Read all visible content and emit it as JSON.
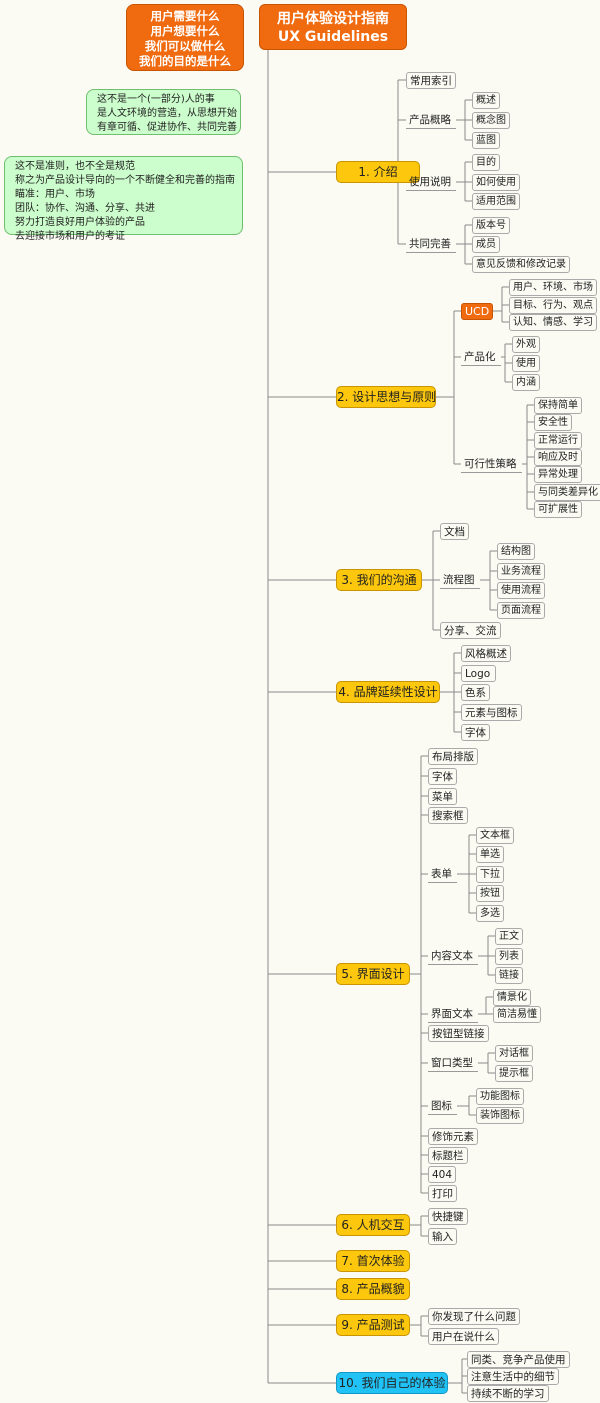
{
  "title": {
    "line1": "用户体验设计指南",
    "line2": "UX Guidelines"
  },
  "notes": {
    "orange": [
      "用户需要什么",
      "用户想要什么",
      "我们可以做什么",
      "我们的目的是什么"
    ],
    "green1": [
      "这不是一个(一部分)人的事",
      "是人文环境的营造，从思想开始",
      "有章可循、促进协作、共同完善"
    ],
    "green2": [
      "这不是准则，也不全是规范",
      "称之为产品设计导向的一个不断健全和完善的指南",
      "瞄准：用户、市场",
      "团队：协作、沟通、分享、共进",
      "努力打造良好用户体验的产品",
      "去迎接市场和用户的考证"
    ]
  },
  "colors": {
    "orange": "#f06a0f",
    "yellow": "#fcc70c",
    "blue": "#21c3f7",
    "green": "#ccfdcc",
    "line": "#8a8a8a"
  },
  "sections": [
    {
      "label": "1. 介绍",
      "children": [
        {
          "label": "常用索引",
          "children": []
        },
        {
          "label": "产品概略",
          "children": [
            "概述",
            "概念图",
            "蓝图"
          ]
        },
        {
          "label": "使用说明",
          "children": [
            "目的",
            "如何使用",
            "适用范围"
          ]
        },
        {
          "label": "共同完善",
          "children": [
            "版本号",
            "成员",
            "意见反馈和修改记录"
          ]
        }
      ]
    },
    {
      "label": "2. 设计思想与原则",
      "children": [
        {
          "label": "UCD",
          "children": [
            "用户、环境、市场",
            "目标、行为、观点",
            "认知、情感、学习"
          ]
        },
        {
          "label": "产品化",
          "children": [
            "外观",
            "使用",
            "内涵"
          ]
        },
        {
          "label": "可行性策略",
          "children": [
            "保持简单",
            "安全性",
            "正常运行",
            "响应及时",
            "异常处理",
            "与同类差异化",
            "可扩展性"
          ]
        }
      ]
    },
    {
      "label": "3. 我们的沟通",
      "children": [
        {
          "label": "文档",
          "children": []
        },
        {
          "label": "流程图",
          "children": [
            "结构图",
            "业务流程",
            "使用流程",
            "页面流程"
          ]
        },
        {
          "label": "分享、交流",
          "children": []
        }
      ]
    },
    {
      "label": "4. 品牌延续性设计",
      "children": [
        {
          "label": "风格概述",
          "children": []
        },
        {
          "label": "Logo",
          "children": []
        },
        {
          "label": "色系",
          "children": []
        },
        {
          "label": "元素与图标",
          "children": []
        },
        {
          "label": "字体",
          "children": []
        }
      ]
    },
    {
      "label": "5. 界面设计",
      "children": [
        {
          "label": "布局排版",
          "children": []
        },
        {
          "label": "字体",
          "children": []
        },
        {
          "label": "菜单",
          "children": []
        },
        {
          "label": "搜索框",
          "children": []
        },
        {
          "label": "表单",
          "children": [
            "文本框",
            "单选",
            "下拉",
            "按钮",
            "多选"
          ]
        },
        {
          "label": "内容文本",
          "children": [
            "正文",
            "列表",
            "链接"
          ]
        },
        {
          "label": "界面文本",
          "children": [
            "情景化",
            "简洁易懂"
          ]
        },
        {
          "label": "按钮型链接",
          "children": []
        },
        {
          "label": "窗口类型",
          "children": [
            "对话框",
            "提示框"
          ]
        },
        {
          "label": "图标",
          "children": [
            "功能图标",
            "装饰图标"
          ]
        },
        {
          "label": "修饰元素",
          "children": []
        },
        {
          "label": "标题栏",
          "children": []
        },
        {
          "label": "404",
          "children": []
        },
        {
          "label": "打印",
          "children": []
        }
      ]
    },
    {
      "label": "6. 人机交互",
      "children": [
        {
          "label": "快捷键",
          "children": []
        },
        {
          "label": "输入",
          "children": []
        }
      ]
    },
    {
      "label": "7. 首次体验",
      "children": []
    },
    {
      "label": "8. 产品概貌",
      "children": []
    },
    {
      "label": "9. 产品测试",
      "children": [
        {
          "label": "你发现了什么问题",
          "children": []
        },
        {
          "label": "用户在说什么",
          "children": []
        }
      ]
    },
    {
      "label": "10. 我们自己的体验",
      "children": [
        {
          "label": "同类、竞争产品使用",
          "children": []
        },
        {
          "label": "注意生活中的细节",
          "children": []
        },
        {
          "label": "持续不断的学习",
          "children": []
        }
      ]
    }
  ]
}
